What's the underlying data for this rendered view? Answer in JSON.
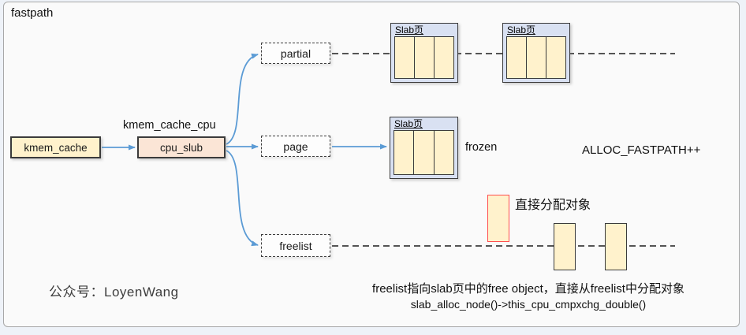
{
  "title_tag": "fastpath",
  "watermark": "公众号：LoyenWang",
  "colors": {
    "accent_blue": "#5B9BD5",
    "alert_red": "#FF0000",
    "box_yellow": "#FFF2CC",
    "box_peach": "#FBE5D6",
    "slab_lavender": "#D9E1F2",
    "frame_bg": "#FAFAFA"
  },
  "nodes": {
    "kmem_cache": {
      "label": "kmem_cache"
    },
    "cpu_slub": {
      "label": "cpu_slub",
      "struct_title": "kmem_cache_cpu"
    },
    "partial": {
      "label": "partial"
    },
    "page": {
      "label": "page"
    },
    "freelist": {
      "label": "freelist"
    }
  },
  "slab_page": {
    "label": "Slab页",
    "cells": 3
  },
  "annotations": {
    "frozen": "frozen",
    "alloc_fastpath": "ALLOC_FASTPATH++",
    "direct_alloc": "直接分配对象"
  },
  "caption": {
    "line1": "freelist指向slab页中的free object，直接从freelist中分配对象",
    "line2": "slab_alloc_node()->this_cpu_cmpxchg_double()"
  }
}
